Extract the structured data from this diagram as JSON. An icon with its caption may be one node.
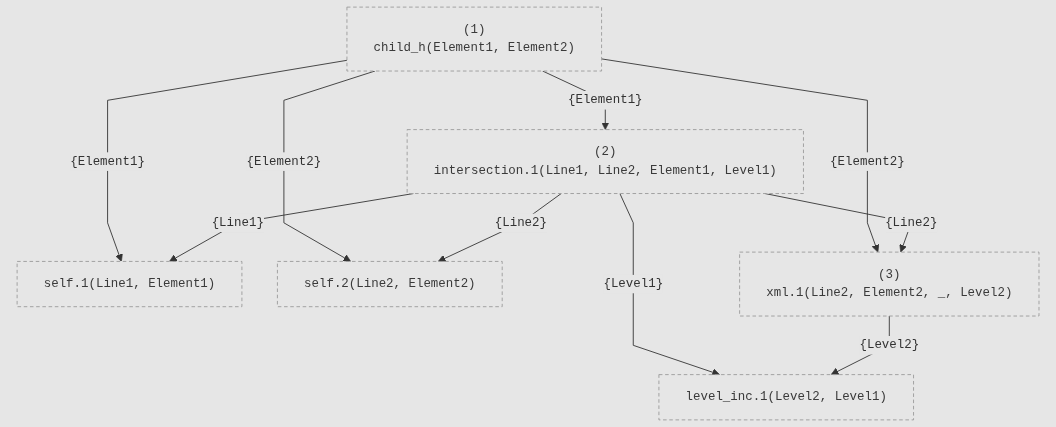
{
  "diagram": {
    "nodes": [
      {
        "text": [
          "(1)",
          "child_h(Element1, Element2)"
        ]
      },
      {
        "text": [
          "self.1(Line1, Element1)"
        ]
      },
      {
        "text": [
          "self.2(Line2, Element2)"
        ]
      },
      {
        "text": [
          "(2)",
          "intersection.1(Line1, Line2, Element1, Level1)"
        ]
      },
      {
        "text": [
          "(3)",
          "xml.1(Line2, Element2, _, Level2)"
        ]
      },
      {
        "text": [
          "level_inc.1(Level2, Level1)"
        ]
      }
    ],
    "edges": [
      {
        "from": 0,
        "to": 1,
        "arrow": "to",
        "label": "{Element1}"
      },
      {
        "from": 0,
        "to": 2,
        "arrow": "to",
        "label": "{Element2}"
      },
      {
        "from": 0,
        "to": 3,
        "arrow": "to",
        "label": "{Element1}"
      },
      {
        "from": 0,
        "to": 4,
        "arrow": "to",
        "label": "{Element2}"
      },
      {
        "from": 3,
        "to": 2,
        "arrow": "to",
        "label": "{Line2}"
      },
      {
        "from": 3,
        "to": 1,
        "arrow": "to",
        "label": "{Line1}"
      },
      {
        "from": 3,
        "to": 5,
        "arrow": "to",
        "label": "{Level1}"
      },
      {
        "from": 3,
        "to": 4,
        "arrow": "to",
        "label": "{Line2}"
      },
      {
        "from": 4,
        "to": 5,
        "arrow": "to",
        "label": "{Level2}"
      }
    ]
  }
}
